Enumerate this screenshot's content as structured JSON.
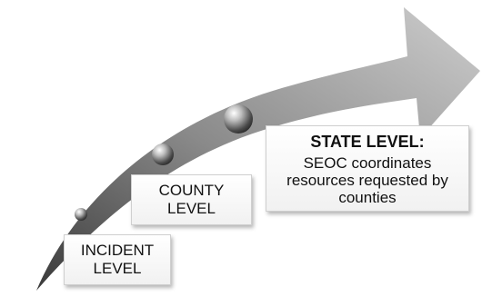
{
  "levels": {
    "incident": {
      "line1": "INCIDENT",
      "line2": "LEVEL"
    },
    "county": {
      "line1": "COUNTY",
      "line2": "LEVEL"
    },
    "state": {
      "title": "STATE LEVEL:",
      "line1": "SEOC coordinates",
      "line2": "resources requested by",
      "line3": "counties"
    }
  },
  "colors": {
    "arrow_dark": "#3a3a3a",
    "arrow_light": "#c8c8c8",
    "background": "#ffffff"
  }
}
